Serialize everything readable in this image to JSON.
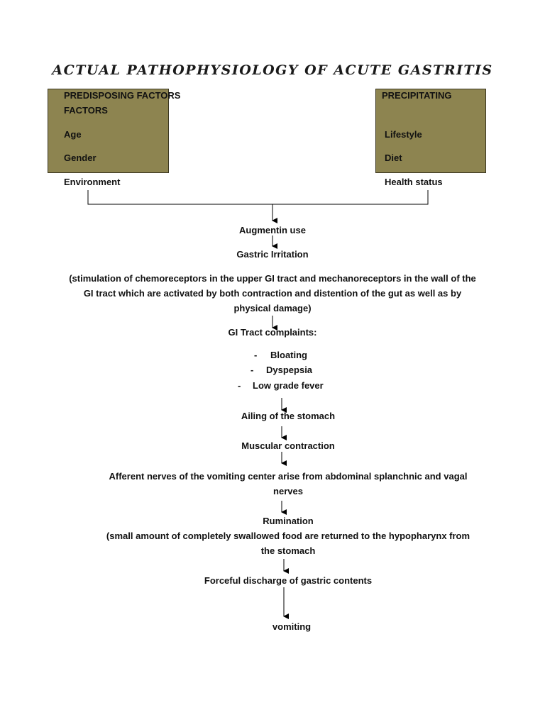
{
  "title": "ACTUAL PATHOPHYSIOLOGY OF ACUTE GASTRITIS",
  "predisposing": {
    "heading_line1": "PREDISPOSING FACTORS",
    "heading_line2": "FACTORS",
    "items": [
      "Age",
      "Gender",
      "Environment"
    ]
  },
  "precipitating": {
    "heading": "PRECIPITATING",
    "items": [
      "Lifestyle",
      "Diet",
      "Health status"
    ]
  },
  "flow": {
    "augmentin": "Augmentin use",
    "irritation": "Gastric Irritation",
    "irritation_note": [
      "(stimulation of chemoreceptors in the upper GI tract and mechanoreceptors in the wall of the",
      "GI tract which are activated by both contraction and distention of the gut as well as by",
      "physical damage)"
    ],
    "gi_complaints": "GI Tract complaints:",
    "complaints": [
      "Bloating",
      "Dyspepsia",
      "Low grade fever"
    ],
    "bullet_marker": "-",
    "ailing": "Ailing of the stomach",
    "contraction": "Muscular contraction",
    "afferent": [
      "Afferent nerves of the vomiting center arise from abdominal splanchnic and vagal",
      "nerves"
    ],
    "rumination": "Rumination",
    "rumination_note": [
      "(small amount of completely swallowed food are returned to the hypopharynx from",
      "the stomach"
    ],
    "discharge": "Forceful discharge of gastric contents",
    "vomiting": "vomiting"
  }
}
